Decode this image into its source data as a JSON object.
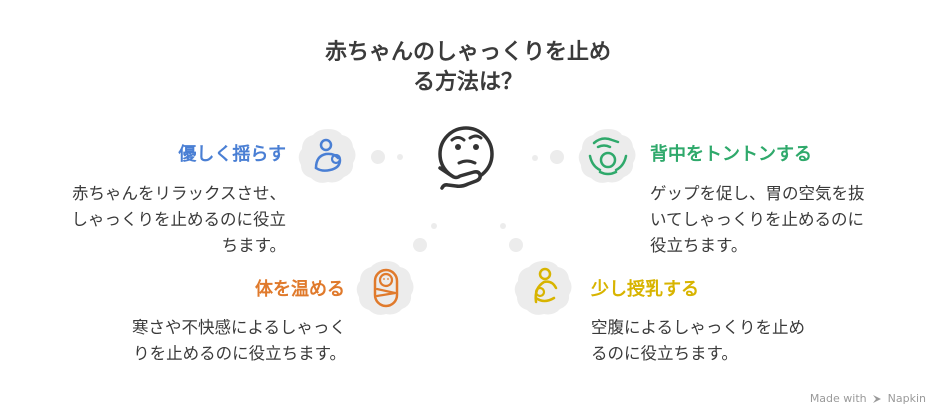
{
  "title_line1": "赤ちゃんのしゃっくりを止め",
  "title_line2": "る方法は？",
  "items": [
    {
      "heading": "優しく揺らす",
      "body": [
        "赤ちゃんをリラックスさせ、",
        "しゃっくりを止めるのに役立",
        "ちます。"
      ],
      "color": "#4a7fd4",
      "icon": "parent-holding-baby-icon"
    },
    {
      "heading": "背中をトントンする",
      "body": [
        "ゲップを促し、胃の空気を抜",
        "いてしゃっくりを止めるのに",
        "役立ちます。"
      ],
      "color": "#2fa96b",
      "icon": "hands-caring-baby-icon"
    },
    {
      "heading": "体を温める",
      "body": [
        "寒さや不快感によるしゃっく",
        "りを止めるのに役立ちます。"
      ],
      "color": "#e07a2c",
      "icon": "swaddled-baby-icon"
    },
    {
      "heading": "少し授乳する",
      "body": [
        "空腹によるしゃっくりを止め",
        "るのに役立ちます。"
      ],
      "color": "#d8b400",
      "icon": "breastfeeding-icon"
    }
  ],
  "center_icon": "thinking-face-icon",
  "badge": {
    "made_with": "Made with",
    "brand": "Napkin"
  }
}
